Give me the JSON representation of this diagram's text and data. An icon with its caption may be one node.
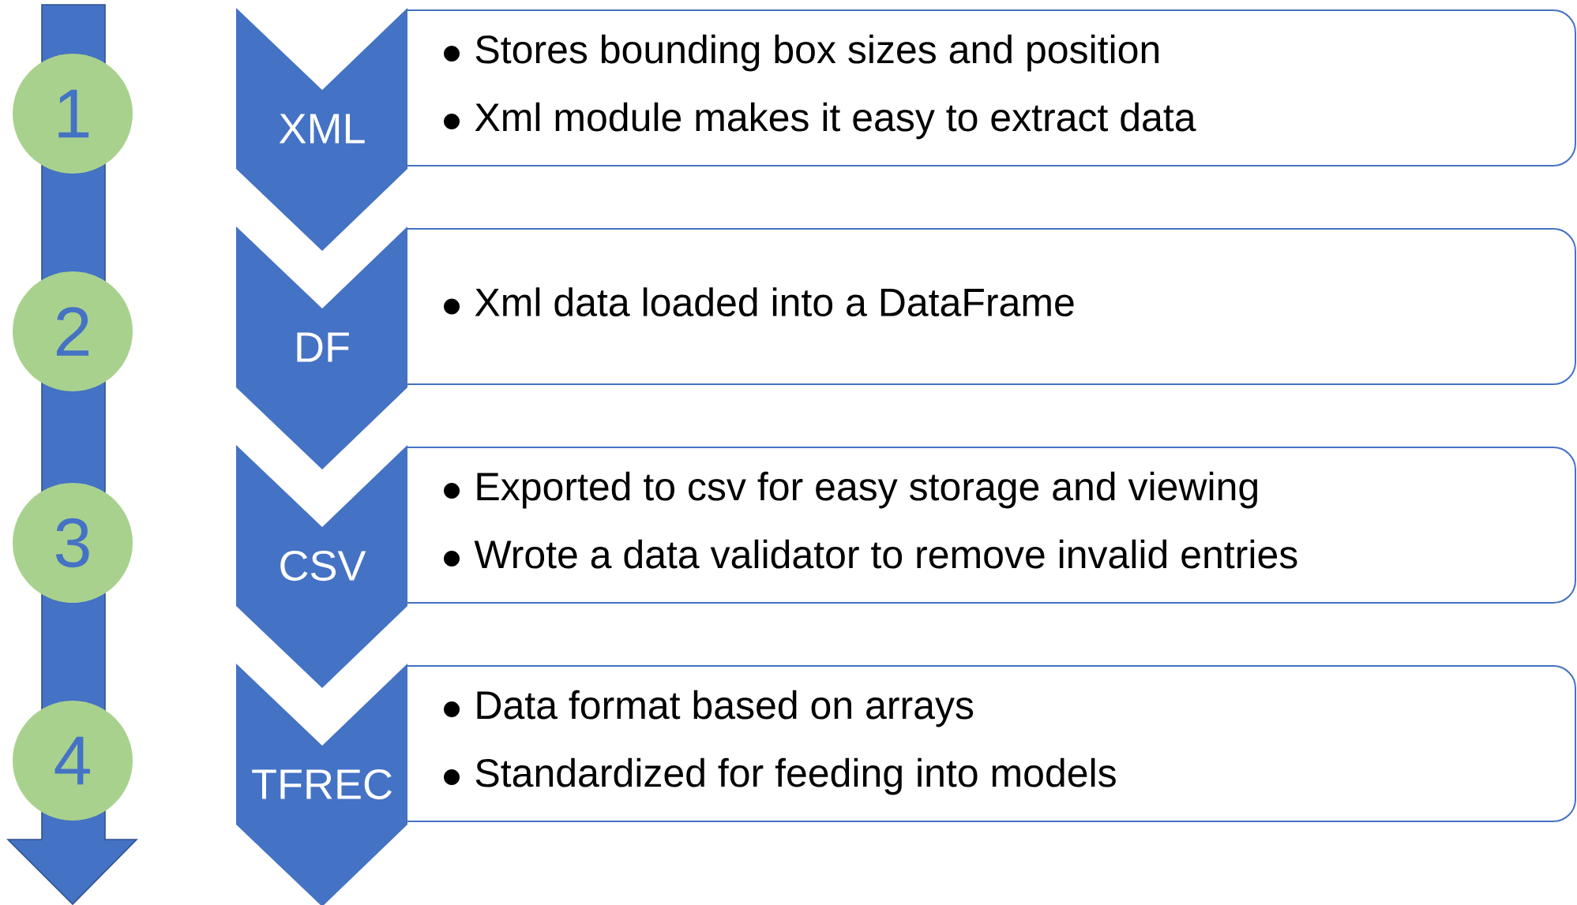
{
  "diagram": {
    "nodes": [
      {
        "text": [
          "1"
        ]
      },
      {
        "text": [
          "2"
        ]
      },
      {
        "text": [
          "3"
        ]
      },
      {
        "text": [
          "4"
        ]
      },
      {
        "text": [
          "XML"
        ]
      },
      {
        "text": [
          "DF"
        ]
      },
      {
        "text": [
          "CSV"
        ]
      },
      {
        "text": [
          "TFREC"
        ]
      },
      {
        "text": [
          "Stores bounding box sizes and position",
          "Xml module makes it easy to extract data"
        ]
      },
      {
        "text": [
          "Xml data loaded into a DataFrame"
        ]
      },
      {
        "text": [
          "Exported to csv for easy storage and viewing",
          "Wrote a data validator to remove invalid entries"
        ]
      },
      {
        "text": [
          "Data format based on arrays",
          "Standardized for feeding into models"
        ]
      }
    ],
    "edges": []
  }
}
